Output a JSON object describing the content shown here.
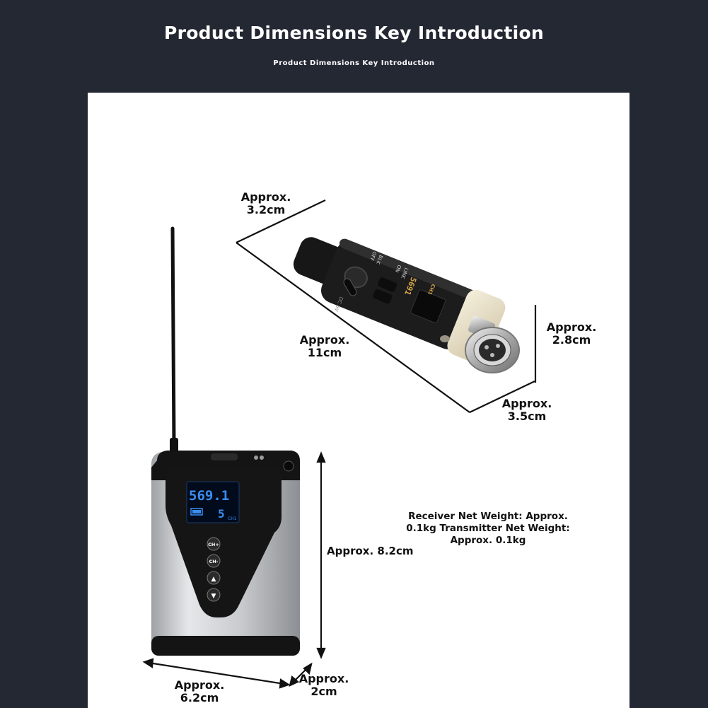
{
  "header": {
    "title": "Product Dimensions Key Introduction",
    "subtitle": "Product Dimensions Key Introduction"
  },
  "colors": {
    "background": "#232833",
    "panel": "#ffffff",
    "lines": "#111111",
    "screen": "#1f6bd6"
  },
  "receiver": {
    "width_label": "Approx.\n3.2cm",
    "length_label": "Approx.\n11cm",
    "height_label": "Approx.\n2.8cm",
    "depth_label": "Approx.\n3.5cm",
    "printed_text": {
      "power_top": "BLK",
      "power_bottom": "OFF",
      "switch_top": "LINK",
      "switch_bottom": "ON",
      "usb": "DC 5V",
      "screen_channel": "5691",
      "screen_badge": "CH1"
    }
  },
  "transmitter": {
    "height_label": "Approx. 8.2cm",
    "width_label": "Approx.\n6.2cm",
    "depth_label": "Approx.\n2cm",
    "screen_freq": "569.1",
    "screen_channel": "5",
    "screen_unit": "CH1",
    "buttons": [
      "CH+",
      "CH-",
      "▲",
      "▼"
    ]
  },
  "weight_note": "Receiver Net Weight: Approx. 0.1kg Transmitter Net Weight: Approx. 0.1kg"
}
